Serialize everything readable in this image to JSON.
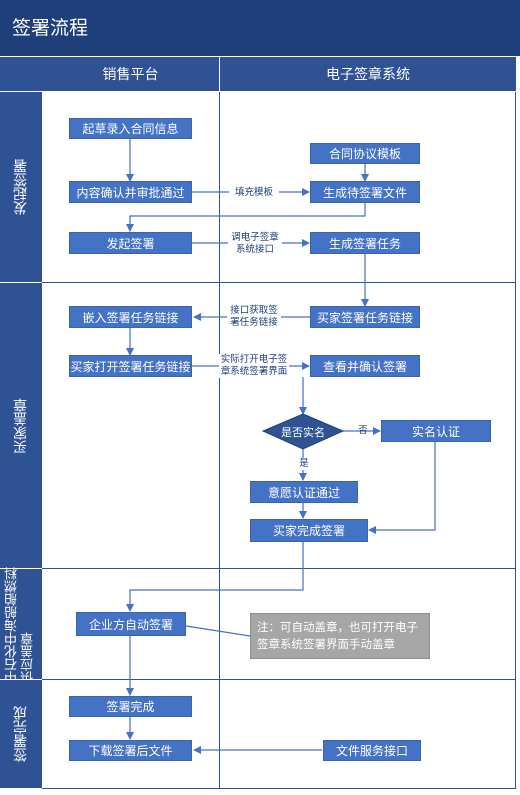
{
  "title": "签署流程",
  "columns": {
    "sales": "销售平台",
    "esign": "电子签章系统"
  },
  "lanes": {
    "initiate": "发起签署",
    "buyer": "买家盖章",
    "supplier": "中石化中海船舶燃料供应盖章",
    "done": "签署完成"
  },
  "nodes": {
    "draft": "起草录入合同信息",
    "template": "合同协议模板",
    "approve": "内容确认并审批通过",
    "gen_file": "生成待签署文件",
    "start_sign": "发起签署",
    "gen_task": "生成签署任务",
    "embed_link": "嵌入签署任务链接",
    "buyer_link": "买家签署任务链接",
    "buyer_open": "买家打开签署任务链接",
    "view_confirm": "查看并确认签署",
    "decision": "是否实名",
    "realname": "实名认证",
    "intent": "意愿认证通过",
    "buyer_done": "买家完成签署",
    "auto_sign": "企业方自动签署",
    "note": "注：可自动盖章，也可打开电子签章系统签署界面手动盖章",
    "sign_done": "签署完成",
    "download": "下载签署后文件",
    "file_service": "文件服务接口"
  },
  "labels": {
    "fill_template": "填充模板",
    "call_api": "调电子签章系统接口",
    "get_link": "接口获取签署任务链接",
    "open_esign": "实际打开电子签章系统签署界面",
    "no": "否",
    "yes": "是"
  }
}
